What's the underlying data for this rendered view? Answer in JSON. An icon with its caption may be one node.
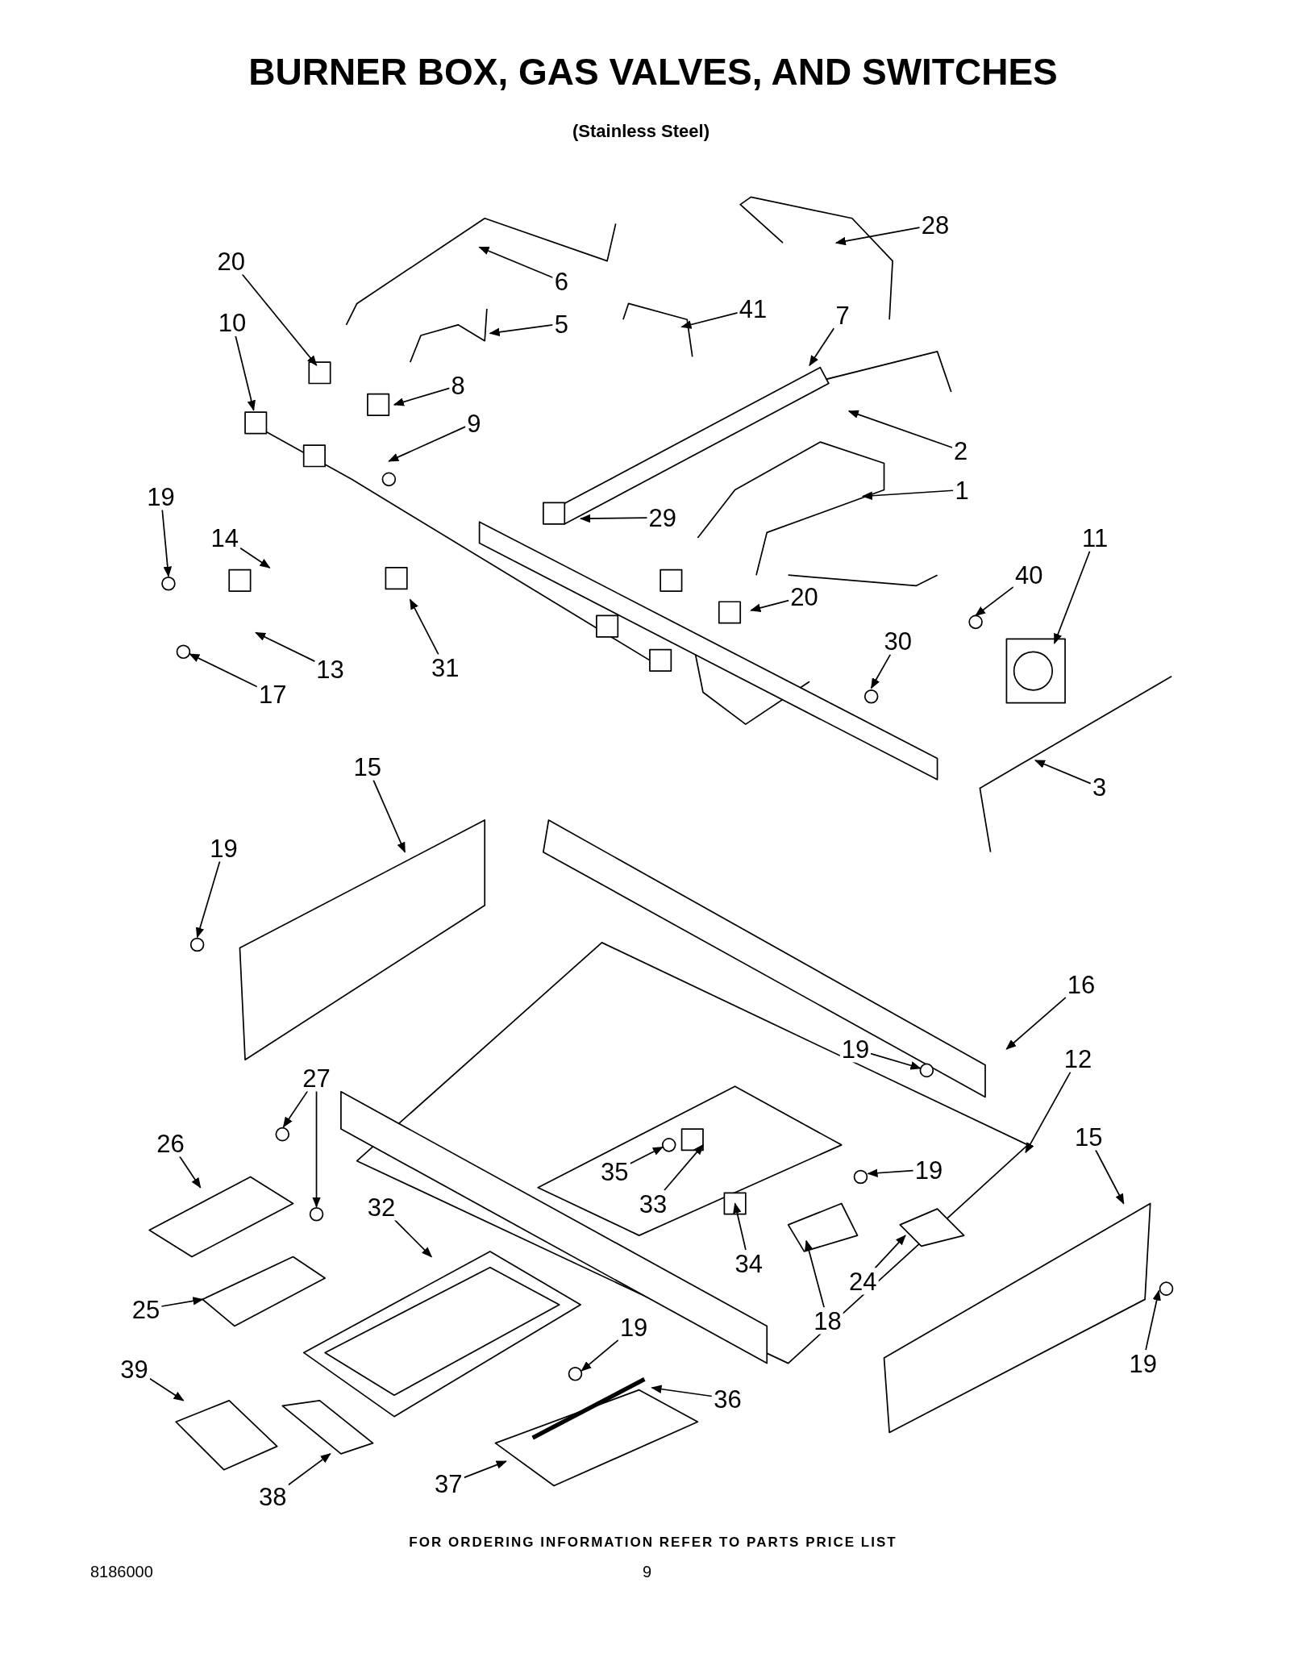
{
  "diagram": {
    "title": "BURNER BOX, GAS VALVES, AND SWITCHES",
    "nodes": [
      {
        "text": [
          "20"
        ]
      },
      {
        "text": [
          "6"
        ]
      },
      {
        "text": [
          "28"
        ]
      },
      {
        "text": [
          "10"
        ]
      },
      {
        "text": [
          "5"
        ]
      },
      {
        "text": [
          "41"
        ]
      },
      {
        "text": [
          "7"
        ]
      },
      {
        "text": [
          "8"
        ]
      },
      {
        "text": [
          "9"
        ]
      },
      {
        "text": [
          "2"
        ]
      },
      {
        "text": [
          "1"
        ]
      },
      {
        "text": [
          "19"
        ]
      },
      {
        "text": [
          "14"
        ]
      },
      {
        "text": [
          "29"
        ]
      },
      {
        "text": [
          "11"
        ]
      },
      {
        "text": [
          "40"
        ]
      },
      {
        "text": [
          "20"
        ]
      },
      {
        "text": [
          "30"
        ]
      },
      {
        "text": [
          "13"
        ]
      },
      {
        "text": [
          "31"
        ]
      },
      {
        "text": [
          "17"
        ]
      },
      {
        "text": [
          "15"
        ]
      },
      {
        "text": [
          "3"
        ]
      },
      {
        "text": [
          "19"
        ]
      },
      {
        "text": [
          "16"
        ]
      },
      {
        "text": [
          "27"
        ]
      },
      {
        "text": [
          "19"
        ]
      },
      {
        "text": [
          "12"
        ]
      },
      {
        "text": [
          "26"
        ]
      },
      {
        "text": [
          "15"
        ]
      },
      {
        "text": [
          "35"
        ]
      },
      {
        "text": [
          "19"
        ]
      },
      {
        "text": [
          "32"
        ]
      },
      {
        "text": [
          "33"
        ]
      },
      {
        "text": [
          "34"
        ]
      },
      {
        "text": [
          "24"
        ]
      },
      {
        "text": [
          "18"
        ]
      },
      {
        "text": [
          "25"
        ]
      },
      {
        "text": [
          "19"
        ]
      },
      {
        "text": [
          "19"
        ]
      },
      {
        "text": [
          "39"
        ]
      },
      {
        "text": [
          "36"
        ]
      },
      {
        "text": [
          "38"
        ]
      },
      {
        "text": [
          "37"
        ]
      }
    ],
    "edges": [
      {
        "from": 0,
        "to": null,
        "arrow": "to"
      },
      {
        "from": 1,
        "to": null,
        "arrow": "to"
      },
      {
        "from": 2,
        "to": null,
        "arrow": "to"
      },
      {
        "from": 3,
        "to": null,
        "arrow": "to"
      },
      {
        "from": 4,
        "to": null,
        "arrow": "to"
      },
      {
        "from": 5,
        "to": null,
        "arrow": "to"
      },
      {
        "from": 6,
        "to": null,
        "arrow": "to"
      },
      {
        "from": 7,
        "to": null,
        "arrow": "to"
      },
      {
        "from": 8,
        "to": null,
        "arrow": "to"
      },
      {
        "from": 9,
        "to": null,
        "arrow": "to"
      },
      {
        "from": 10,
        "to": null,
        "arrow": "to"
      },
      {
        "from": 11,
        "to": null,
        "arrow": "to"
      },
      {
        "from": 12,
        "to": null,
        "arrow": "to"
      },
      {
        "from": 13,
        "to": null,
        "arrow": "to"
      },
      {
        "from": 14,
        "to": null,
        "arrow": "to"
      },
      {
        "from": 15,
        "to": null,
        "arrow": "to"
      },
      {
        "from": 16,
        "to": null,
        "arrow": "to"
      },
      {
        "from": 17,
        "to": null,
        "arrow": "to"
      },
      {
        "from": 18,
        "to": null,
        "arrow": "to"
      },
      {
        "from": 19,
        "to": null,
        "arrow": "to"
      },
      {
        "from": 20,
        "to": null,
        "arrow": "to"
      },
      {
        "from": 21,
        "to": null,
        "arrow": "to"
      },
      {
        "from": 22,
        "to": null,
        "arrow": "to"
      },
      {
        "from": 23,
        "to": null,
        "arrow": "to"
      },
      {
        "from": 24,
        "to": null,
        "arrow": "to"
      },
      {
        "from": 25,
        "to": null,
        "arrow": "to"
      },
      {
        "from": 25,
        "to": null,
        "arrow": "to"
      },
      {
        "from": 26,
        "to": null,
        "arrow": "to"
      },
      {
        "from": 27,
        "to": null,
        "arrow": "to"
      },
      {
        "from": 28,
        "to": null,
        "arrow": "to"
      },
      {
        "from": 29,
        "to": null,
        "arrow": "to"
      },
      {
        "from": 30,
        "to": null,
        "arrow": "to"
      },
      {
        "from": 31,
        "to": null,
        "arrow": "to"
      },
      {
        "from": 32,
        "to": null,
        "arrow": "to"
      },
      {
        "from": 33,
        "to": null,
        "arrow": "to"
      },
      {
        "from": 34,
        "to": null,
        "arrow": "to"
      },
      {
        "from": 35,
        "to": null,
        "arrow": "to"
      },
      {
        "from": 36,
        "to": null,
        "arrow": "to"
      },
      {
        "from": 37,
        "to": null,
        "arrow": "to"
      },
      {
        "from": 38,
        "to": null,
        "arrow": "to"
      },
      {
        "from": 39,
        "to": null,
        "arrow": "to"
      },
      {
        "from": 40,
        "to": null,
        "arrow": "to"
      },
      {
        "from": 41,
        "to": null,
        "arrow": "to"
      },
      {
        "from": 42,
        "to": null,
        "arrow": "to"
      },
      {
        "from": 43,
        "to": null,
        "arrow": "to"
      }
    ],
    "labels": [
      "(Stainless Steel)",
      "FOR ORDERING INFORMATION REFER TO PARTS PRICE LIST",
      "8186000",
      "9"
    ]
  }
}
